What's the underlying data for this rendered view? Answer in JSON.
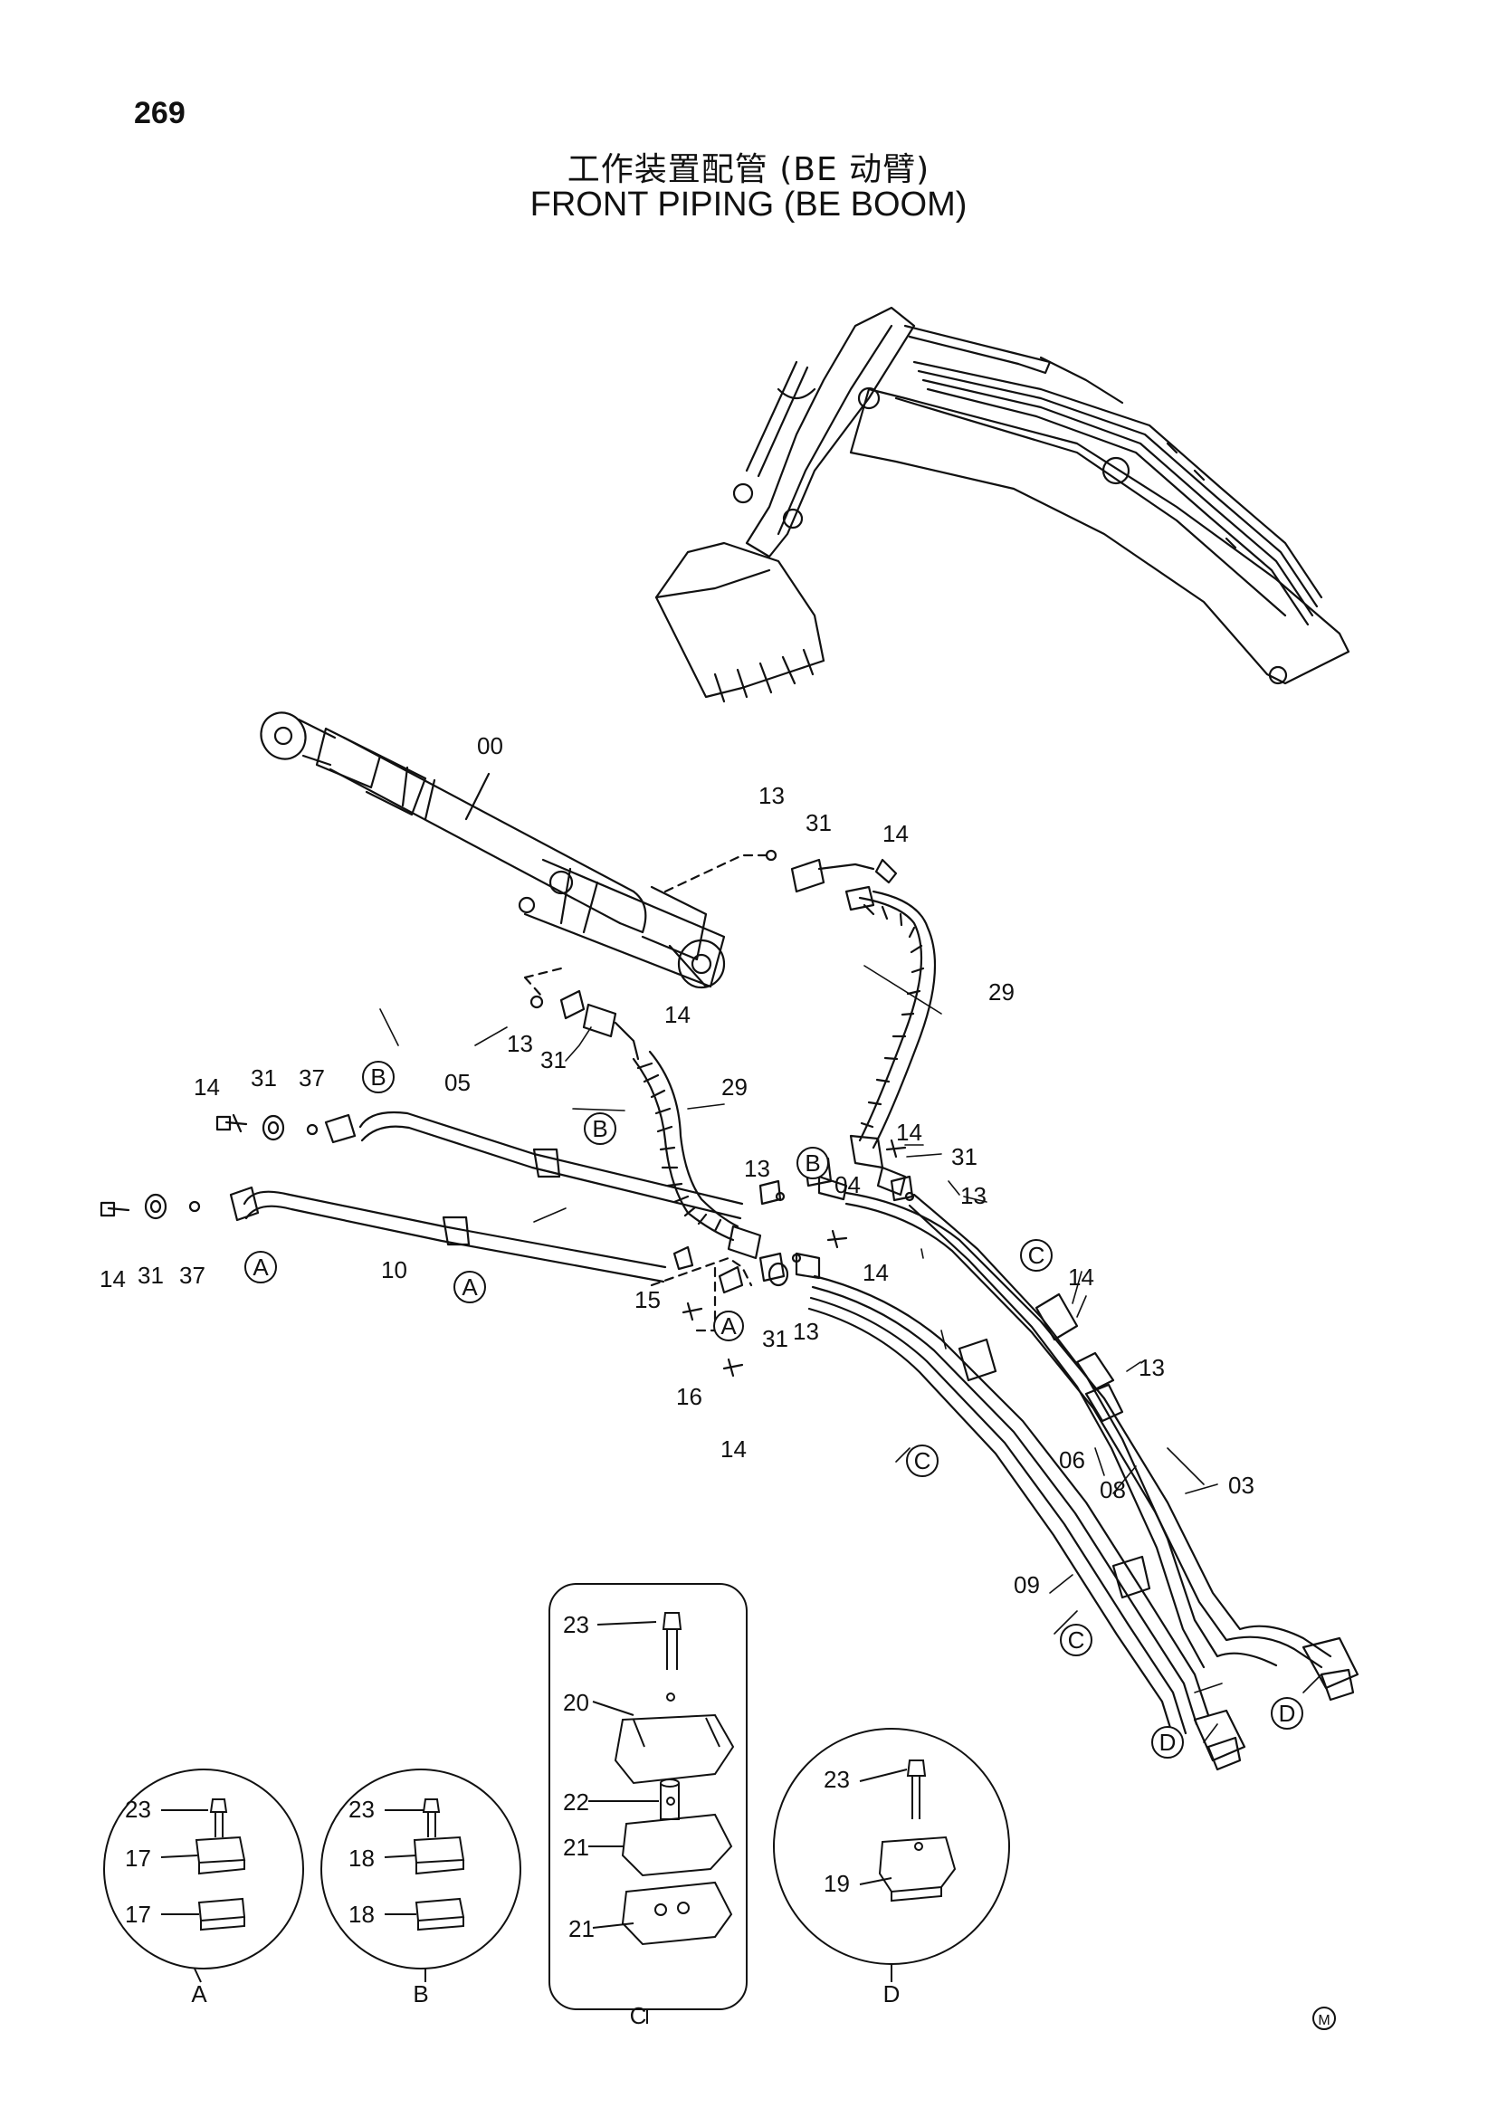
{
  "page_number": "269",
  "title_cn": "工作装置配管 (BE 动臂)",
  "title_en": "FRONT PIPING (BE BOOM)",
  "callouts": {
    "A": "A",
    "B": "B",
    "C": "C",
    "D": "D"
  },
  "part_labels": {
    "p00": "00",
    "p03": "03",
    "p04": "04",
    "p05": "05",
    "p06": "06",
    "p08": "08",
    "p09": "09",
    "p10": "10",
    "p13": "13",
    "p14": "14",
    "p15": "15",
    "p16": "16",
    "p17": "17",
    "p18": "18",
    "p19": "19",
    "p20": "20",
    "p21": "21",
    "p22": "22",
    "p23": "23",
    "p29": "29",
    "p31": "31",
    "p37": "37"
  },
  "detail_views": {
    "A": "A",
    "B": "B",
    "C": "C",
    "D": "D"
  },
  "mark": "M"
}
